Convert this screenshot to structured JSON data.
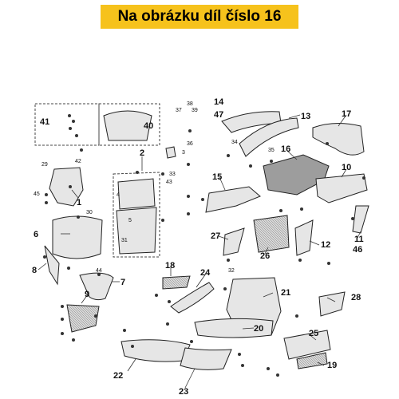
{
  "banner": {
    "text": "Na obrázku díl číslo 16"
  },
  "callouts": [
    "1",
    "2",
    "3",
    "6",
    "7",
    "8",
    "9",
    "10",
    "11",
    "12",
    "13",
    "14",
    "15",
    "16",
    "17",
    "18",
    "19",
    "20",
    "21",
    "22",
    "23",
    "24",
    "25",
    "26",
    "27",
    "28",
    "40",
    "41",
    "46",
    "47"
  ],
  "small_labels": [
    "4",
    "5",
    "29",
    "30",
    "31",
    "32",
    "33",
    "34",
    "35",
    "36",
    "37",
    "38",
    "39",
    "42",
    "43",
    "44",
    "45"
  ],
  "colors": {
    "banner": "#f6c21c",
    "highlight": "#9d9d9d"
  }
}
